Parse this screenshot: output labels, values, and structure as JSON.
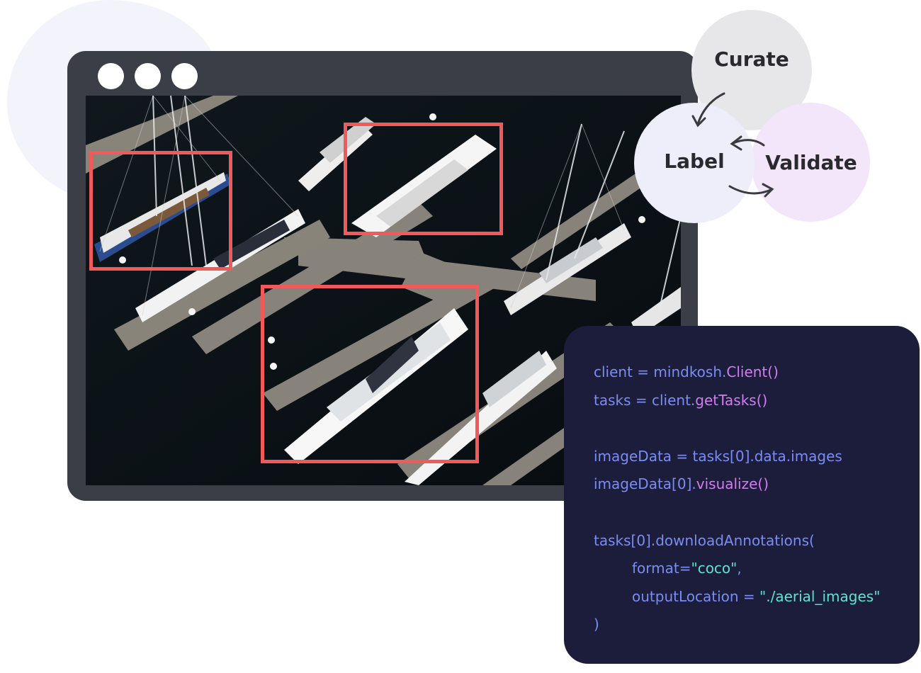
{
  "venn": {
    "curate": "Curate",
    "label": "Label",
    "validate": "Validate"
  },
  "code": {
    "line1": {
      "a": "client = mindkosh.",
      "b": "Client()"
    },
    "line2": {
      "a": "tasks = client.",
      "b": "getTasks()"
    },
    "line3": {
      "a": "imageData = tasks[0].data.images"
    },
    "line4": {
      "a": "imageData[0].",
      "b": "visualize()"
    },
    "line5": {
      "a": "tasks[0].downloadAnnotations("
    },
    "line6": {
      "a": "format=",
      "b": "\"coco\"",
      "c": ","
    },
    "line7": {
      "a": "outputLocation = ",
      "b": "\"./aerial_images\""
    },
    "line8": {
      "a": ")"
    }
  },
  "colors": {
    "window_frame": "#3b3e47",
    "bbox": "#f05a5a",
    "code_bg": "#1b1d3b",
    "code_text": "#7b8cf3",
    "code_call": "#d47bf0",
    "code_string": "#5fe3cf"
  }
}
